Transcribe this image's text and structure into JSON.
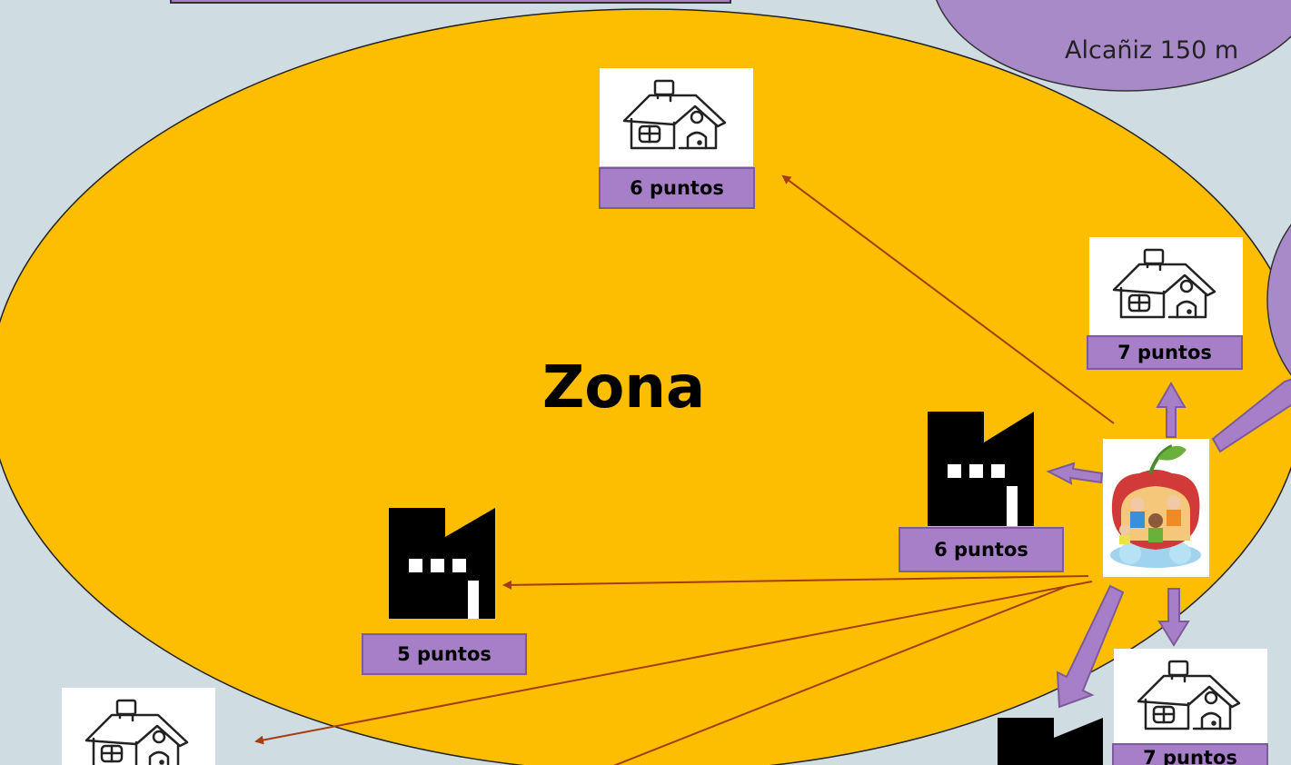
{
  "zone_title": "Zona",
  "bubble_text": "Alcañiz 150 m",
  "labels": {
    "house_top": "6 puntos",
    "house_right": "7 puntos",
    "factory_mid": "6 puntos",
    "factory_left": "5 puntos",
    "house_bottom_right": "7 puntos"
  },
  "icons": {
    "house": "house-icon",
    "factory": "factory-icon",
    "school": "school-icon"
  },
  "colors": {
    "background": "#cfdde3",
    "zone_fill": "#fdbd00",
    "label_fill": "#a77fc8",
    "bubble_fill": "#a98ac8",
    "thin_arrow": "#a33d12",
    "thick_arrow": "#a77fc8"
  }
}
